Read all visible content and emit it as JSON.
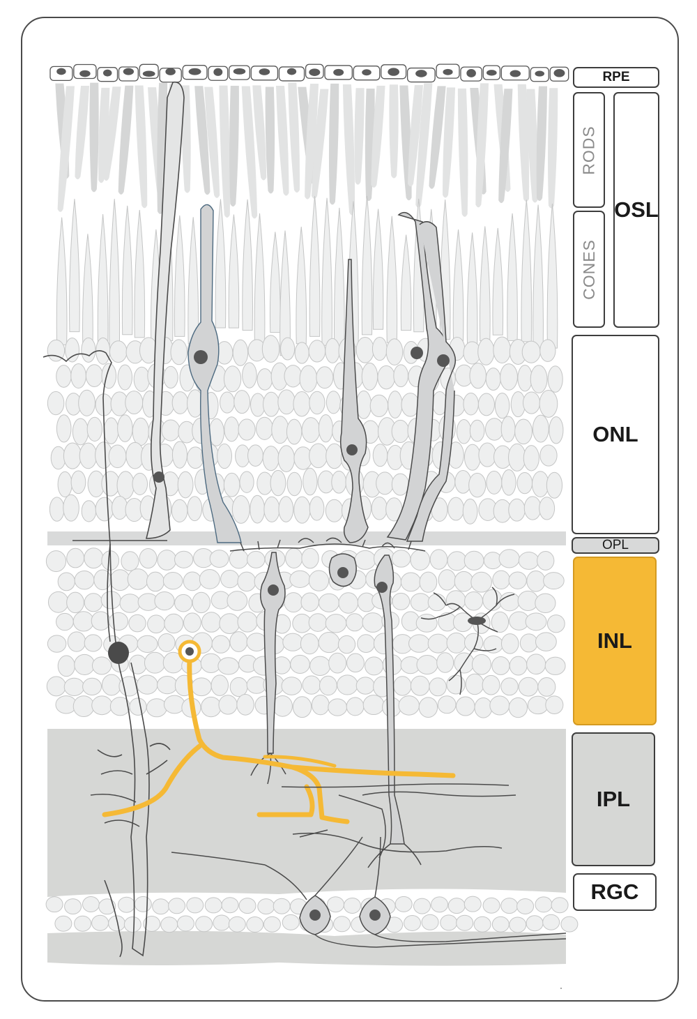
{
  "figure": {
    "labels": {
      "rpe": "RPE",
      "rods": "RODS",
      "cones": "CONES",
      "osl": "OSL",
      "onl": "ONL",
      "opl": "OPL",
      "inl": "INL",
      "ipl": "IPL",
      "rgc": "RGC"
    },
    "colors": {
      "highlight": "#F5B935",
      "ipl_fill": "#D6D7D5",
      "band_gray": "#D7D8D8",
      "cell_gray": "#D2D3D4",
      "outline": "#4A4A4A",
      "pale_cell": "#EEEFEF"
    }
  }
}
